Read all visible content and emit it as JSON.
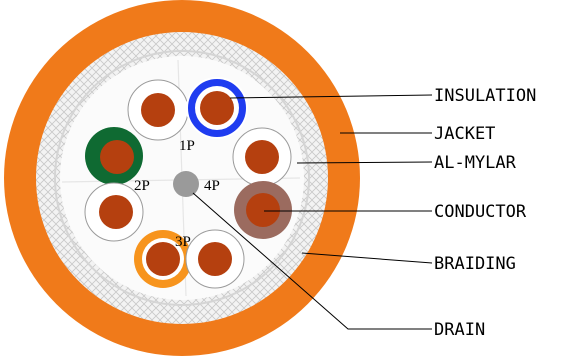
{
  "labels": {
    "insulation": "INSULATION",
    "jacket": "JACKET",
    "al_mylar": "AL-MYLAR",
    "conductor": "CONDUCTOR",
    "braiding": "BRAIDING",
    "drain": "DRAIN"
  },
  "pairs": {
    "p1": "1P",
    "p2": "2P",
    "p3": "3P",
    "p4": "4P"
  },
  "colors": {
    "jacket": "#f07a1a",
    "braid_fill": "#f2f2f2",
    "braid_line": "#c9c9c9",
    "foil_ring": "#d9d9d9",
    "conductor": "#b5400f",
    "insulation_white": "#ffffff",
    "insulation_blue": "#1f3cf0",
    "insulation_green": "#0f6a32",
    "insulation_orange": "#f7941d",
    "insulation_brown": "#9b6b5f",
    "drain": "#9a9a9a"
  }
}
